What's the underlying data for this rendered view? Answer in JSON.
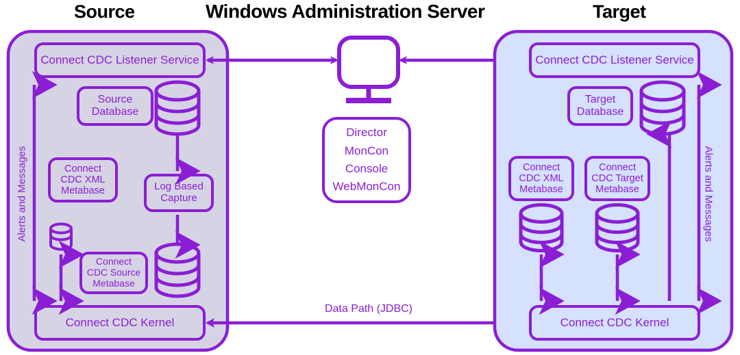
{
  "diagram": {
    "title_center": "Windows Administration Server",
    "colors": {
      "purple": "#8a1ed4",
      "source_panel_fill": "#d6d4e4",
      "target_panel_fill": "#d5e1fd",
      "header_text": "#000000",
      "background": "#ffffff"
    },
    "headers": {
      "source": "Source",
      "target": "Target"
    },
    "source_panel": {
      "listener_service": "Connect CDC Listener Service",
      "source_database": "Source\nDatabase",
      "cdc_xml_metabase": "Connect\nCDC XML\nMetabase",
      "log_based_capture": "Log Based\nCapture",
      "cdc_source_metabase": "Connect\nCDC Source\nMetabase",
      "kernel": "Connect CDC Kernel",
      "alerts_label": "Alerts and Messages"
    },
    "center_panel": {
      "monitor_icon": "monitor-icon",
      "services": "Director\nMonCon\nConsole\nWebMonCon",
      "service_list": [
        "Director",
        "MonCon",
        "Console",
        "WebMonCon"
      ]
    },
    "target_panel": {
      "listener_service": "Connect CDC Listener Service",
      "target_database": "Target\nDatabase",
      "cdc_xml_metabase": "Connect\nCDC XML\nMetabase",
      "cdc_target_metabase": "Connect\nCDC Target\nMetabase",
      "kernel": "Connect CDC Kernel",
      "alerts_label": "Alerts and Messages"
    },
    "connections": {
      "data_path": "Data Path (JDBC)"
    }
  }
}
